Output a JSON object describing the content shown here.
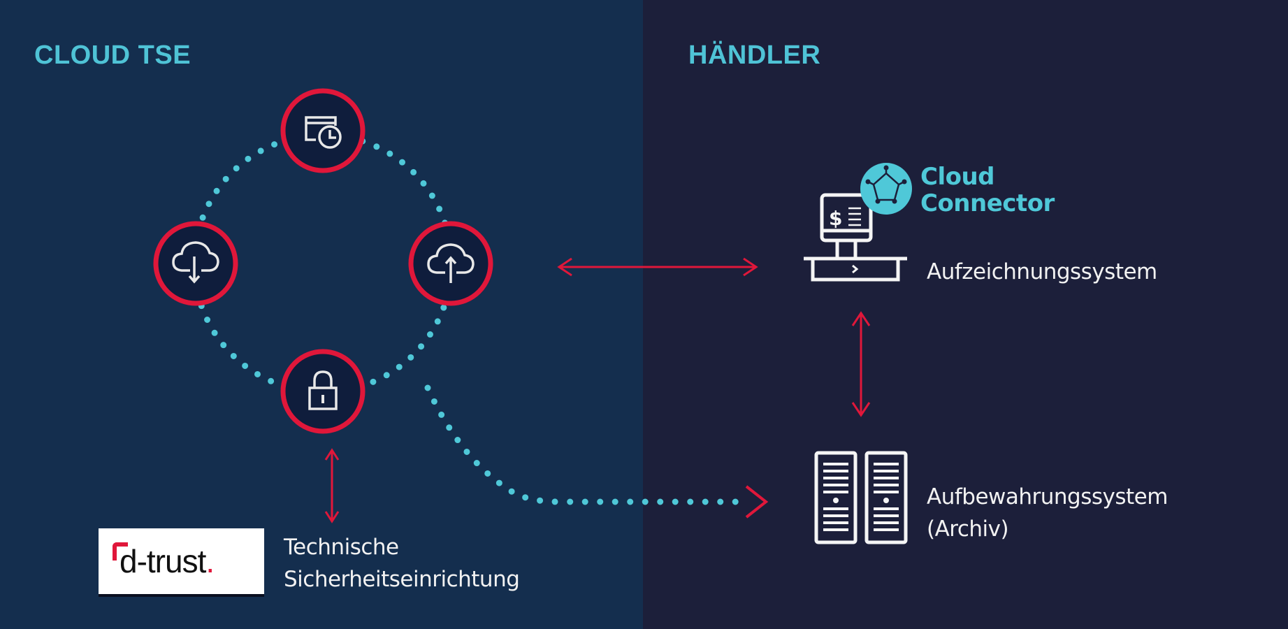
{
  "sections": {
    "left_title": "CLOUD TSE",
    "right_title": "HÄNDLER"
  },
  "nodes": {
    "cloud_connector": [
      "Cloud",
      "Connector"
    ],
    "recording_system": "Aufzeichnungssystem",
    "archive_system": [
      "Aufbewahrungssystem",
      "(Archiv)"
    ],
    "tse": [
      "Technische",
      "Sicherheitseinrichtung"
    ]
  },
  "logo": {
    "text": "d-trust",
    "dot": "."
  },
  "colors": {
    "left_bg": "#142e4e",
    "right_bg": "#1c1f3a",
    "accent_red": "#e0173a",
    "accent_cyan": "#4fc8d8"
  }
}
